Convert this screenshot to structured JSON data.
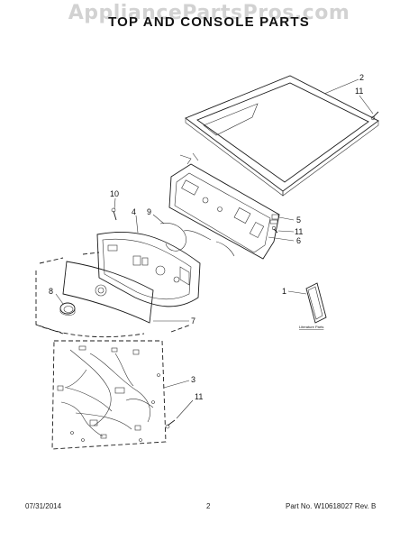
{
  "watermark": "AppliancePartsPros.com",
  "title": "TOP AND CONSOLE PARTS",
  "callouts": {
    "c1": "1",
    "c2": "2",
    "c3": "3",
    "c4": "4",
    "c5": "5",
    "c6": "6",
    "c7": "7",
    "c8": "8",
    "c9": "9",
    "c10": "10",
    "c11a": "11",
    "c11b": "11",
    "c11c": "11"
  },
  "literature_label": "Literature Parts",
  "footer": {
    "date": "07/31/2014",
    "page": "2",
    "part_number": "Part No. W10618027  Rev. B"
  }
}
